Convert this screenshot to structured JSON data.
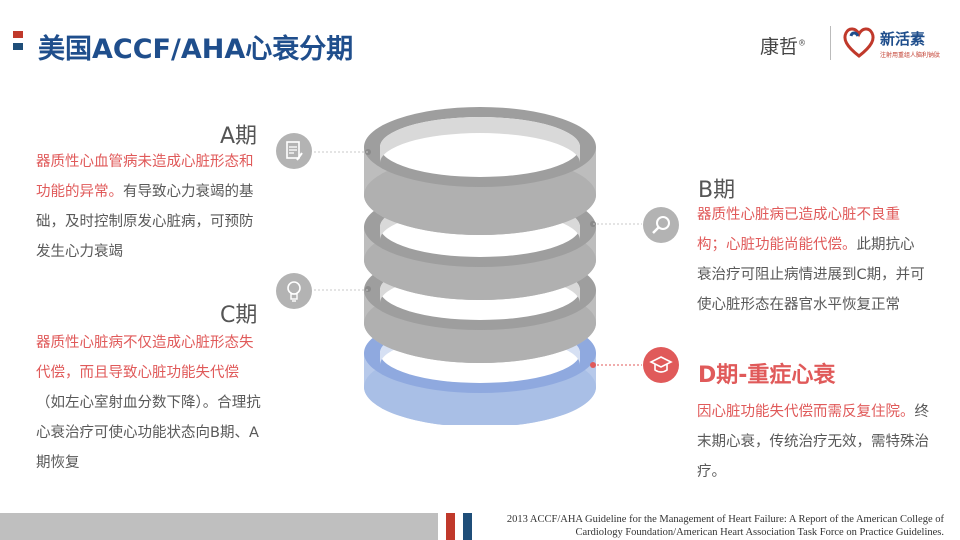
{
  "title": "美国ACCF/AHA心衰分期",
  "brand": {
    "kangzhe": "康哲",
    "kangzhe_mark": "®",
    "xinhuosu": "新活素",
    "xinhuosu_sub": "注射用重组人脑利钠肽"
  },
  "stages": {
    "a": {
      "heading": "A期",
      "highlight": "器质性心血管病未造成心脏形态和功能的异常。",
      "body": "有导致心力衰竭的基础，及时控制原发心脏病，可预防发生心力衰竭"
    },
    "b": {
      "heading": "B期",
      "highlight": "器质性心脏病已造成心脏不良重构；心脏功能尚能代偿。",
      "body": "此期抗心衰治疗可阻止病情进展到C期，并可使心脏形态在器官水平恢复正常"
    },
    "c": {
      "heading": "C期",
      "highlight": "器质性心脏病不仅造成心脏形态失代偿，而且导致心脏功能失代偿",
      "body": "（如左心室射血分数下降）。合理抗心衰治疗可使心功能状态向B期、A期恢复"
    },
    "d": {
      "heading": "D期-重症心衰",
      "highlight": "因心脏功能失代偿而需反复住院。",
      "body": "终末期心衰，传统治疗无效，需特殊治疗。"
    }
  },
  "icons": {
    "a": "document-pen-icon",
    "b": "magnifier-icon",
    "c": "lightbulb-icon",
    "d": "graduation-cap-icon"
  },
  "colors": {
    "title": "#1f4e8c",
    "highlight_red": "#e05a5a",
    "ring_gray": "#b5b5b5",
    "ring_blue": "#a9bfe6"
  },
  "footnote": "2013 ACCF/AHA Guideline for the Management of Heart Failure: A Report of the American College of Cardiology Foundation/American Heart Association Task Force on Practice Guidelines."
}
